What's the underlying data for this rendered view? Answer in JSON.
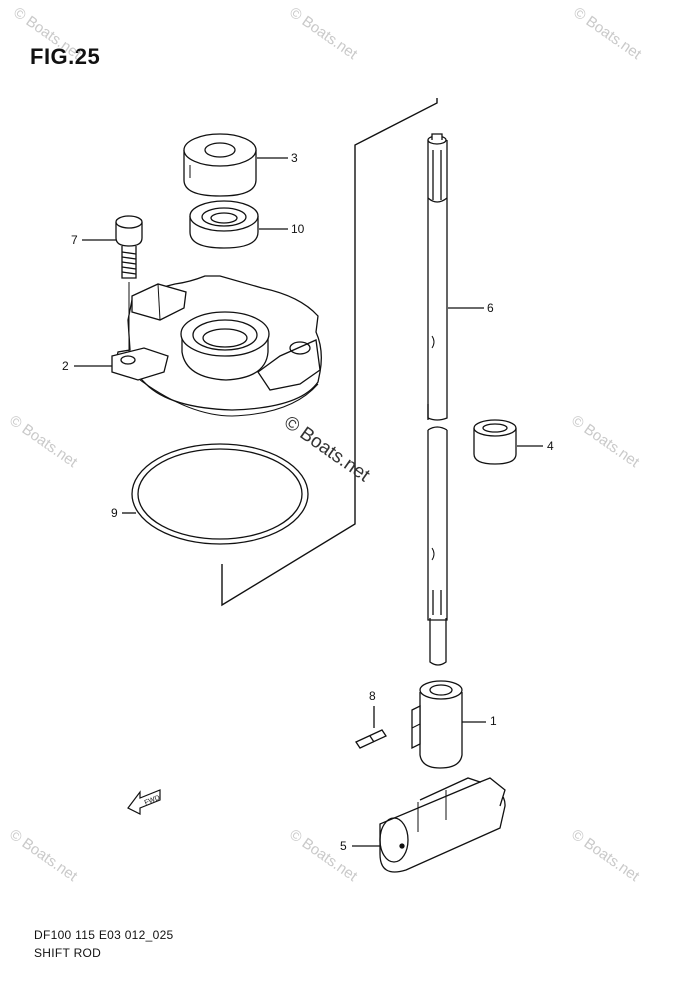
{
  "figure": {
    "title": "FIG.25"
  },
  "callouts": {
    "c1": "1",
    "c2": "2",
    "c3": "3",
    "c4": "4",
    "c5": "5",
    "c6": "6",
    "c7": "7",
    "c8": "8",
    "c9": "9",
    "c10": "10"
  },
  "fwd_label": "FWD",
  "watermark": "© Boats.net",
  "footer": {
    "line1": "DF100 115 E03 012_025",
    "line2": "SHIFT ROD"
  }
}
